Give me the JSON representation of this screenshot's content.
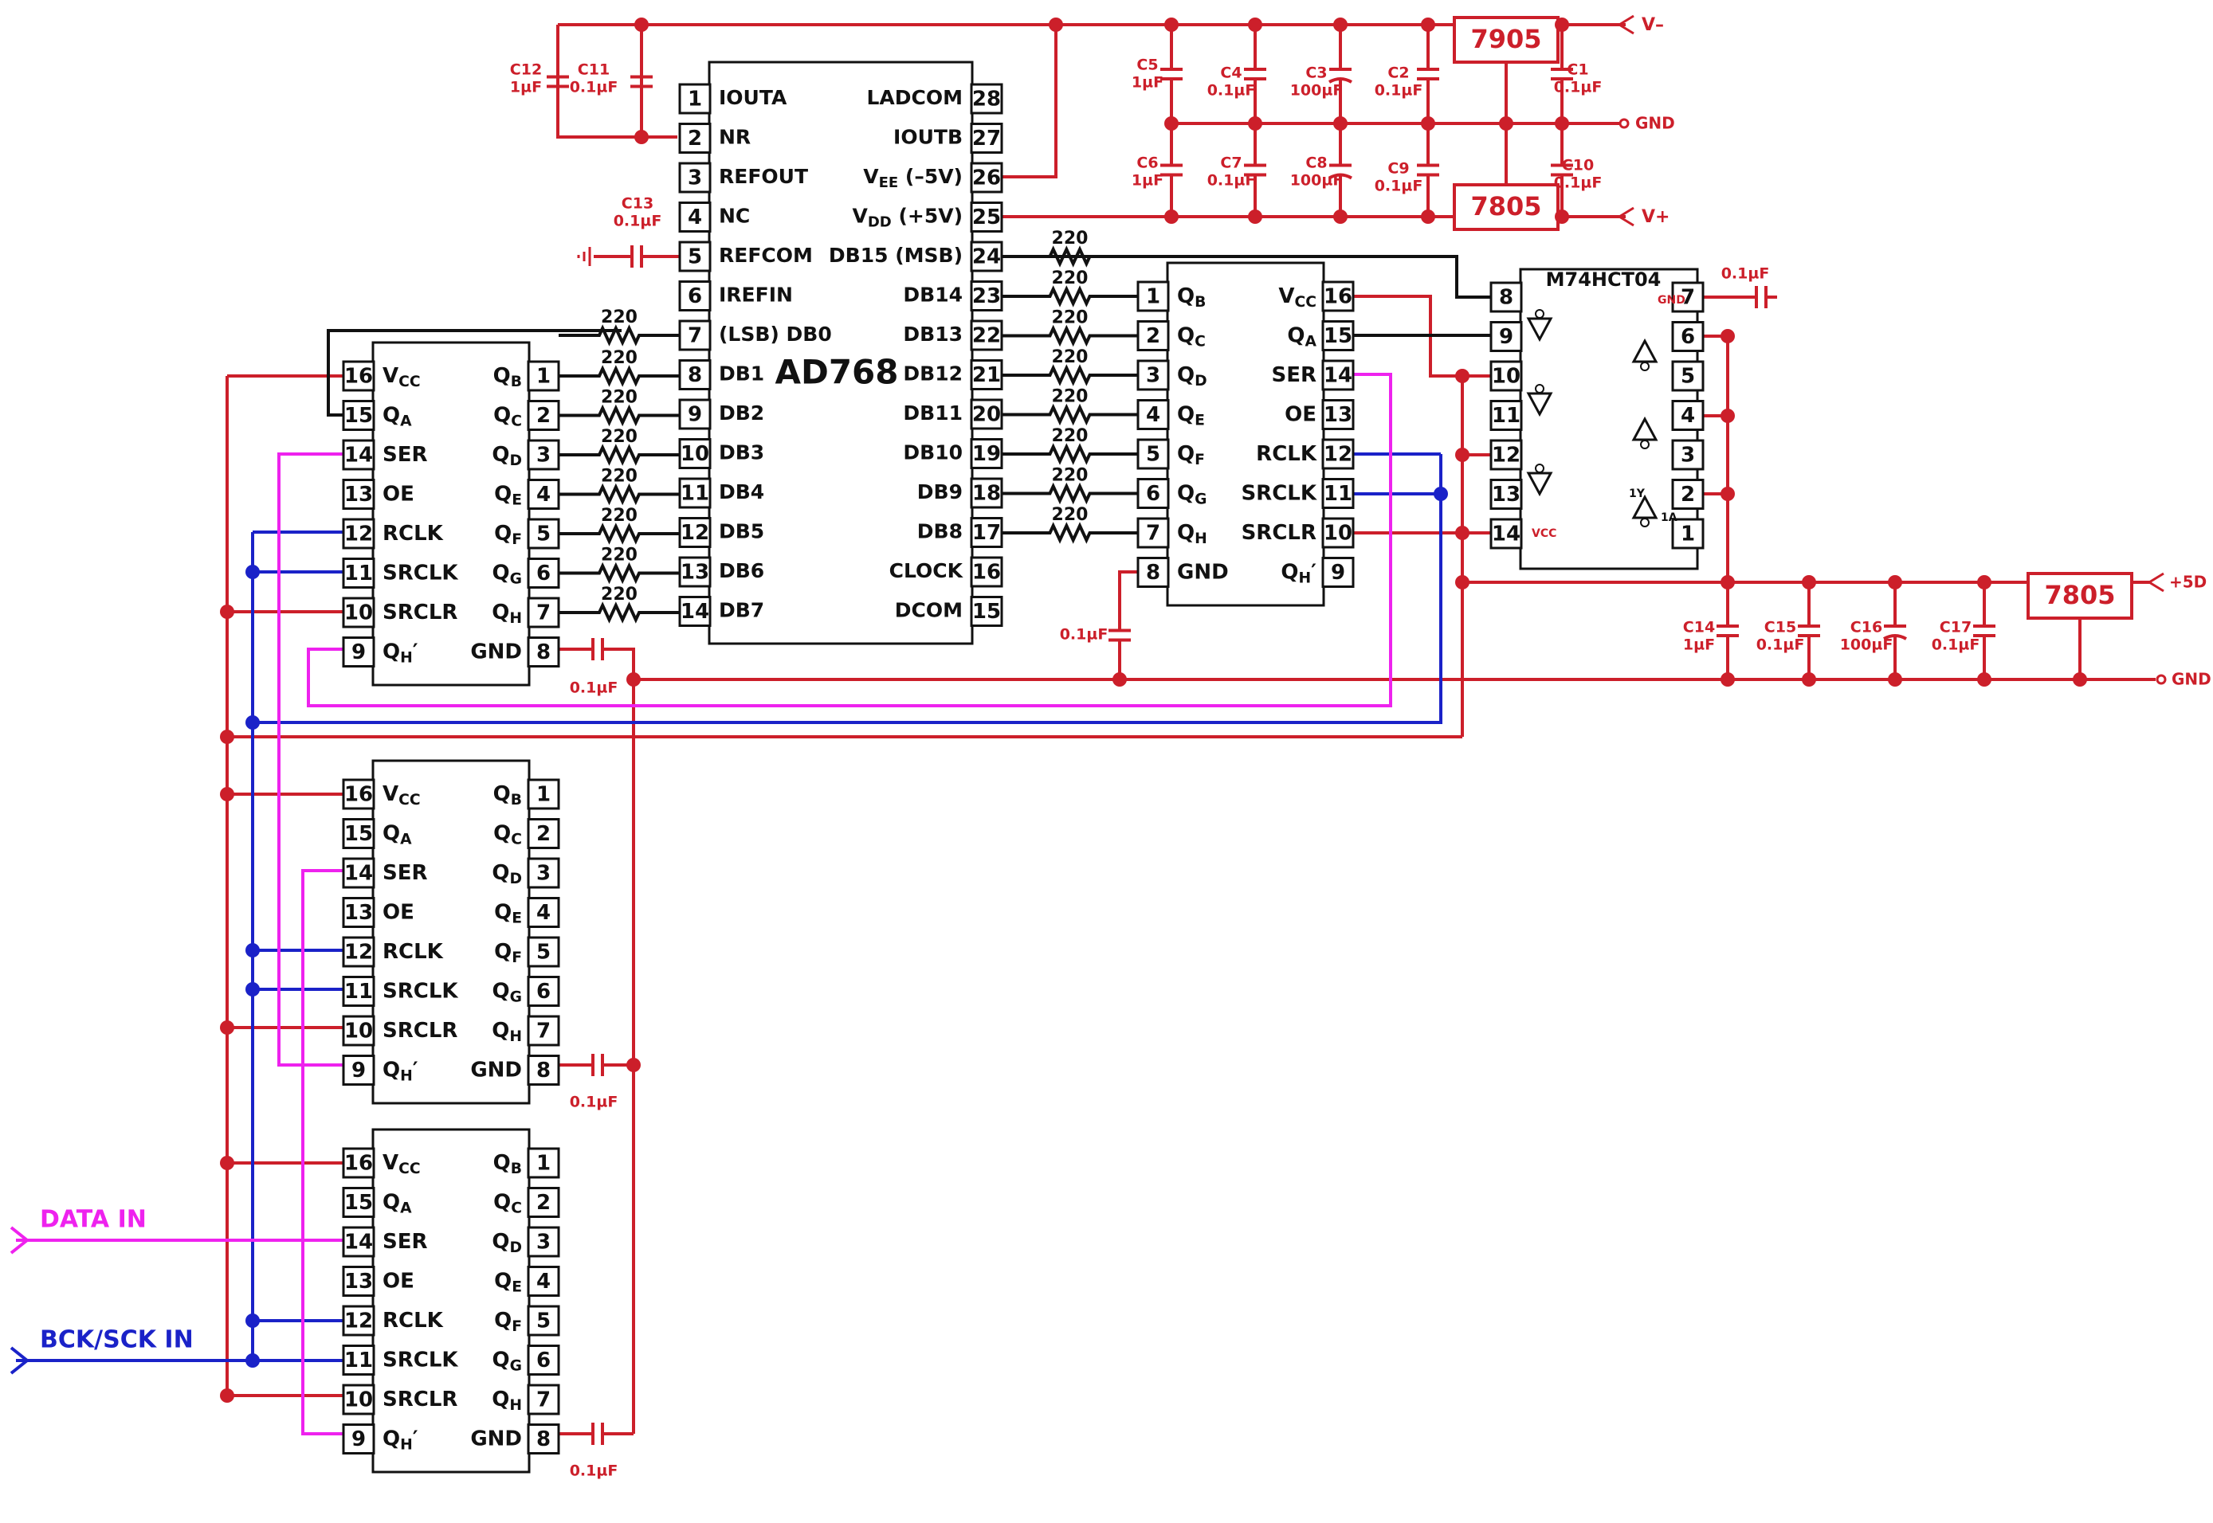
{
  "colors": {
    "red": "#cc1f2a",
    "black": "#111111",
    "blue": "#1a22c8",
    "magenta": "#ee22ee"
  },
  "ad768": {
    "name": "AD768",
    "left_pins": [
      {
        "n": "1",
        "l": "IOUTA"
      },
      {
        "n": "2",
        "l": "NR"
      },
      {
        "n": "3",
        "l": "REFOUT"
      },
      {
        "n": "4",
        "l": "NC"
      },
      {
        "n": "5",
        "l": "REFCOM"
      },
      {
        "n": "6",
        "l": "IREFIN"
      },
      {
        "n": "7",
        "l": "(LSB) DB0"
      },
      {
        "n": "8",
        "l": "DB1"
      },
      {
        "n": "9",
        "l": "DB2"
      },
      {
        "n": "10",
        "l": "DB3"
      },
      {
        "n": "11",
        "l": "DB4"
      },
      {
        "n": "12",
        "l": "DB5"
      },
      {
        "n": "13",
        "l": "DB6"
      },
      {
        "n": "14",
        "l": "DB7"
      }
    ],
    "right_pins": [
      {
        "n": "28",
        "l": "LADCOM"
      },
      {
        "n": "27",
        "l": "IOUTB"
      },
      {
        "n": "26",
        "l": "VEE (–5V)"
      },
      {
        "n": "25",
        "l": "VDD (+5V)"
      },
      {
        "n": "24",
        "l": "DB15 (MSB)"
      },
      {
        "n": "23",
        "l": "DB14"
      },
      {
        "n": "22",
        "l": "DB13"
      },
      {
        "n": "21",
        "l": "DB12"
      },
      {
        "n": "20",
        "l": "DB11"
      },
      {
        "n": "19",
        "l": "DB10"
      },
      {
        "n": "18",
        "l": "DB9"
      },
      {
        "n": "17",
        "l": "DB8"
      },
      {
        "n": "16",
        "l": "CLOCK"
      },
      {
        "n": "15",
        "l": "DCOM"
      }
    ]
  },
  "hc595": {
    "left_pins": [
      {
        "n": "16",
        "l": "VCC"
      },
      {
        "n": "15",
        "l": "QA"
      },
      {
        "n": "14",
        "l": "SER"
      },
      {
        "n": "13",
        "l": "OE"
      },
      {
        "n": "12",
        "l": "RCLK"
      },
      {
        "n": "11",
        "l": "SRCLK"
      },
      {
        "n": "10",
        "l": "SRCLR"
      },
      {
        "n": "9",
        "l": "QH′"
      }
    ],
    "right_pins": [
      {
        "n": "1",
        "l": "QB"
      },
      {
        "n": "2",
        "l": "QC"
      },
      {
        "n": "3",
        "l": "QD"
      },
      {
        "n": "4",
        "l": "QE"
      },
      {
        "n": "5",
        "l": "QF"
      },
      {
        "n": "6",
        "l": "QG"
      },
      {
        "n": "7",
        "l": "QH"
      },
      {
        "n": "8",
        "l": "GND"
      }
    ]
  },
  "hc595_mid": {
    "left_pins": [
      {
        "n": "1",
        "l": "QB"
      },
      {
        "n": "2",
        "l": "QC"
      },
      {
        "n": "3",
        "l": "QD"
      },
      {
        "n": "4",
        "l": "QE"
      },
      {
        "n": "5",
        "l": "QF"
      },
      {
        "n": "6",
        "l": "QG"
      },
      {
        "n": "7",
        "l": "QH"
      },
      {
        "n": "8",
        "l": "GND"
      }
    ],
    "right_pins": [
      {
        "n": "16",
        "l": "VCC"
      },
      {
        "n": "15",
        "l": "QA"
      },
      {
        "n": "14",
        "l": "SER"
      },
      {
        "n": "13",
        "l": "OE"
      },
      {
        "n": "12",
        "l": "RCLK"
      },
      {
        "n": "11",
        "l": "SRCLK"
      },
      {
        "n": "10",
        "l": "SRCLR"
      },
      {
        "n": "9",
        "l": "QH′"
      }
    ]
  },
  "inverter": {
    "name": "M74HCT04",
    "left_pins": [
      "8",
      "9",
      "10",
      "11",
      "12",
      "13",
      "14"
    ],
    "right_pins": [
      "7",
      "6",
      "5",
      "4",
      "3",
      "2",
      "1"
    ],
    "gnd_label": "GND",
    "vcc_label": "VCC",
    "y_label": "1Y",
    "a_label": "1A"
  },
  "resistor_value": "220",
  "cap_01": "0.1µF",
  "regulators": {
    "neg": "7905",
    "pos": "7805",
    "digital": "7805"
  },
  "rails": {
    "vneg": "V–",
    "vpos": "V+",
    "gnd": "GND",
    "p5d": "+5D"
  },
  "caps_top": [
    {
      "name": "C12",
      "value": "1µF"
    },
    {
      "name": "C11",
      "value": "0.1µF"
    },
    {
      "name": "C13",
      "value": "0.1µF"
    },
    {
      "name": "C5",
      "value": "1µF"
    },
    {
      "name": "C4",
      "value": "0.1µF"
    },
    {
      "name": "C3",
      "value": "100µF"
    },
    {
      "name": "C2",
      "value": "0.1µF"
    },
    {
      "name": "C1",
      "value": "0.1µF"
    },
    {
      "name": "C6",
      "value": "1µF"
    },
    {
      "name": "C7",
      "value": "0.1µF"
    },
    {
      "name": "C8",
      "value": "100µF"
    },
    {
      "name": "C9",
      "value": "0.1µF"
    },
    {
      "name": "C10",
      "value": "0.1µF"
    }
  ],
  "caps_digital": [
    {
      "name": "C14",
      "value": "1µF"
    },
    {
      "name": "C15",
      "value": "0.1µF"
    },
    {
      "name": "C16",
      "value": "100µF"
    },
    {
      "name": "C17",
      "value": "0.1µF"
    }
  ],
  "inputs": {
    "data": "DATA IN",
    "clock": "BCK/SCK IN"
  }
}
